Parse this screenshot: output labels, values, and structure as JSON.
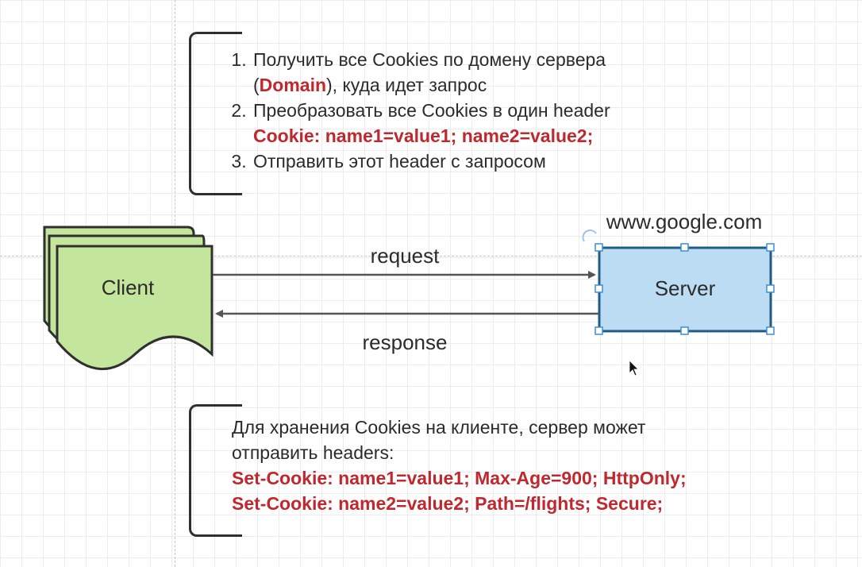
{
  "steps": [
    {
      "parts": [
        {
          "text": "Получить все Cookies по домену сервера",
          "accent": false
        }
      ]
    },
    {
      "parts": [
        {
          "text": "(",
          "accent": false
        },
        {
          "text": "Domain",
          "accent": true
        },
        {
          "text": "), куда идет запрос",
          "accent": false
        }
      ],
      "continuation": true
    },
    {
      "parts": [
        {
          "text": "Преобразовать все Cookies в один header",
          "accent": false
        }
      ]
    },
    {
      "parts": [
        {
          "text": "Cookie: name1=value1; name2=value2;",
          "accent": true
        }
      ],
      "continuation": true
    },
    {
      "parts": [
        {
          "text": "Отправить этот header с запросом",
          "accent": false
        }
      ]
    }
  ],
  "diagram": {
    "client_label": "Client",
    "server_label": "Server",
    "server_domain": "www.google.com",
    "request_label": "request",
    "response_label": "response"
  },
  "note": {
    "line1": "Для хранения Cookies на клиенте, сервер может",
    "line2": "отправить headers:",
    "header1": "Set-Cookie: name1=value1; Max-Age=900; HttpOnly;",
    "header2": "Set-Cookie: name2=value2; Path=/flights; Secure;"
  },
  "colors": {
    "accent": "#c0282e",
    "client_fill": "#c4e59c",
    "client_stroke": "#2f2f2f",
    "server_fill": "#bcdcf4",
    "server_stroke": "#1f5d87",
    "selection_handle": "#3b8fd9"
  }
}
